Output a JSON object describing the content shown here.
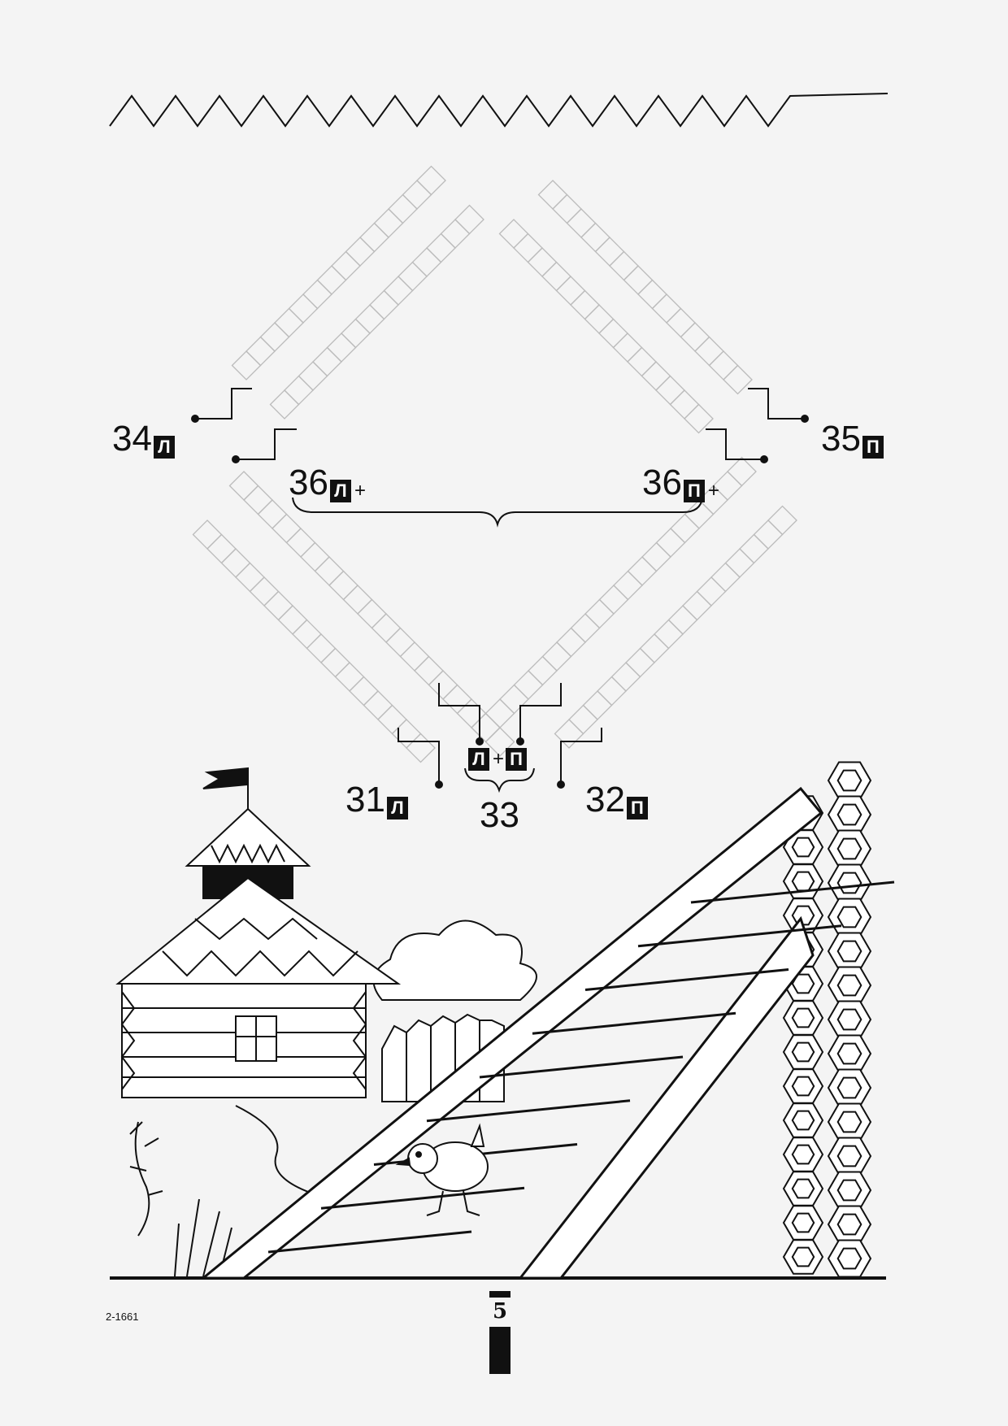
{
  "labels": {
    "l34": {
      "num": "34",
      "mark": "Л"
    },
    "l35": {
      "num": "35",
      "mark": "П"
    },
    "l36a": {
      "num": "36",
      "mark": "Л",
      "plus": "+"
    },
    "l36b": {
      "num": "36",
      "mark": "П",
      "plus": "+"
    },
    "l31": {
      "num": "31",
      "mark": "Л"
    },
    "l32": {
      "num": "32",
      "mark": "П"
    },
    "center": {
      "mark_left": "Л",
      "plus": "+",
      "mark_right": "П"
    },
    "l33": {
      "num": "33"
    }
  },
  "footer": {
    "code": "2-1661",
    "page_number": "5"
  },
  "colors": {
    "ink": "#111111",
    "grid": "#bbbbbb",
    "paper": "#f4f4f4"
  },
  "icons": [
    "zigzag-border",
    "diamond-grid",
    "arrow-connectors",
    "tower-illustration",
    "log-wall-illustration",
    "ladder-illustration",
    "chick-illustration",
    "cloud-illustration"
  ]
}
